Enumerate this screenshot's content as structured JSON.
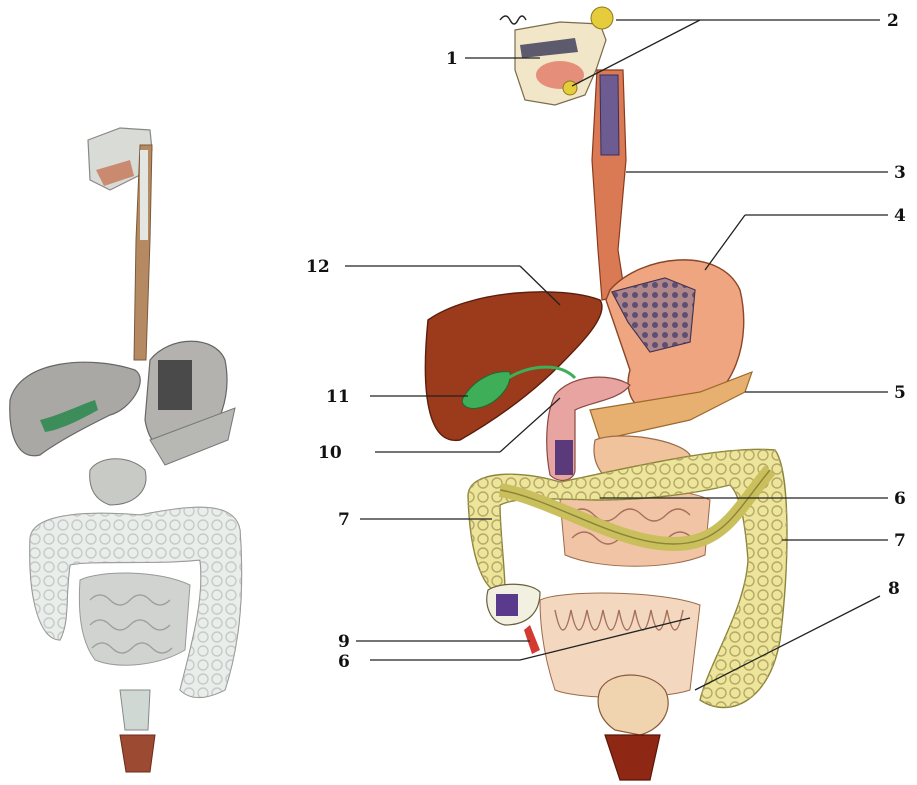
{
  "labels": {
    "l1": "1",
    "l2": "2",
    "l3": "3",
    "l4": "4",
    "l5": "5",
    "l6a": "6",
    "l6b": "6",
    "l7a": "7",
    "l7b": "7",
    "l8": "8",
    "l9": "9",
    "l10": "10",
    "l11": "11",
    "l12": "12"
  }
}
